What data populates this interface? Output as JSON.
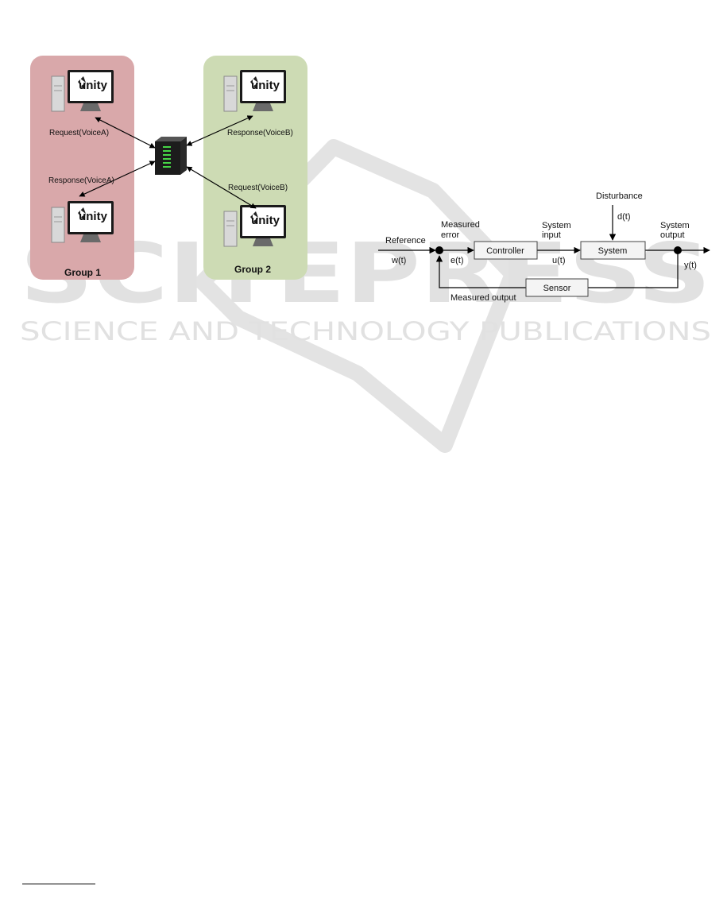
{
  "watermark": {
    "brand": "SCITEPRESS",
    "tagline": "SCIENCE AND TECHNOLOGY PUBLICATIONS"
  },
  "network_diagram": {
    "groups": [
      {
        "label": "Group 1",
        "color": "#d9a8aa"
      },
      {
        "label": "Group 2",
        "color": "#cddbb4"
      }
    ],
    "logo_text": "unity",
    "messages": {
      "g1_top": "Request(VoiceA)",
      "g1_bottom": "Response(VoiceA)",
      "g2_top": "Response(VoiceB)",
      "g2_bottom": "Request(VoiceB)"
    },
    "icons": [
      "computer-icon",
      "unity-logo-icon",
      "server-icon"
    ]
  },
  "control_diagram": {
    "blocks": {
      "controller": "Controller",
      "system": "System",
      "sensor": "Sensor"
    },
    "labels": {
      "reference": "Reference",
      "w": "w(t)",
      "measured_error_1": "Measured",
      "measured_error_2": "error",
      "e": "e(t)",
      "system_input_1": "System",
      "system_input_2": "input",
      "u": "u(t)",
      "disturbance": "Disturbance",
      "d": "d(t)",
      "system_output_1": "System",
      "system_output_2": "output",
      "y": "y(t)",
      "measured_output": "Measured output"
    }
  }
}
